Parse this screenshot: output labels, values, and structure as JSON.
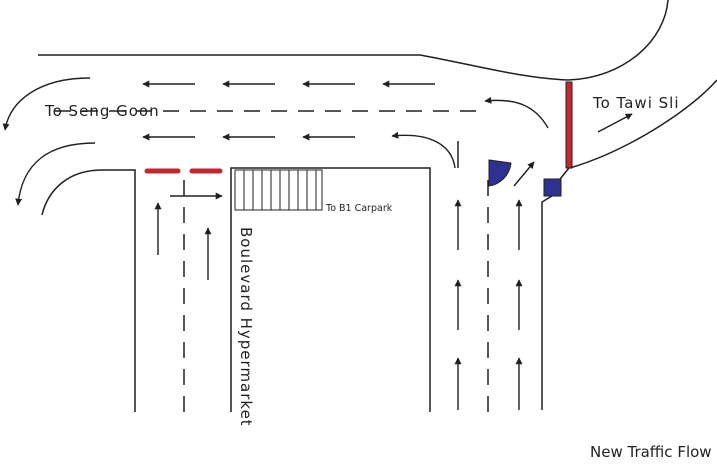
{
  "labels": {
    "seng_goon": "To Seng Goon",
    "tawi_sli": "To Tawi Sli",
    "carpark": "To B1 Carpark",
    "building": "Boulevard Hypermarket",
    "caption": "New Traffic Flow"
  },
  "colors": {
    "ink": "#231f20",
    "barrier": "#c1272d",
    "booth": "#2e3192",
    "background": "#ffffff"
  },
  "icons": {
    "lane_arrow": "arrow",
    "barrier": "red-bar",
    "booth": "blue-quarter-circle",
    "gantry": "blue-square"
  }
}
